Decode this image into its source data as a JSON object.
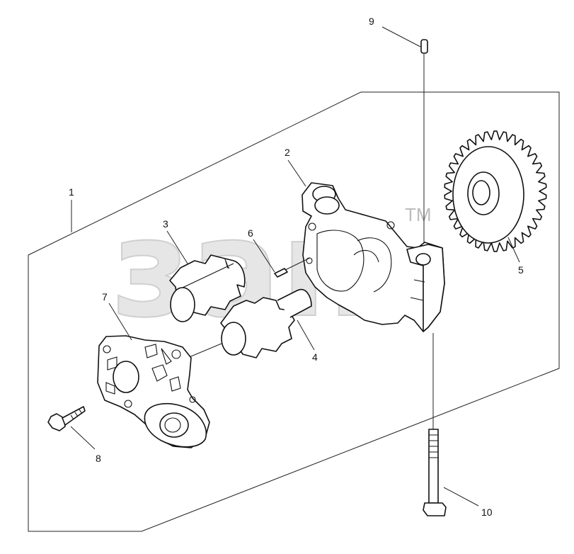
{
  "watermark": {
    "text": "зап",
    "tm": "TM"
  },
  "callouts": [
    {
      "id": "1",
      "label": "1"
    },
    {
      "id": "2",
      "label": "2"
    },
    {
      "id": "3",
      "label": "3"
    },
    {
      "id": "4",
      "label": "4"
    },
    {
      "id": "5",
      "label": "5"
    },
    {
      "id": "6",
      "label": "6"
    },
    {
      "id": "7",
      "label": "7"
    },
    {
      "id": "8",
      "label": "8"
    },
    {
      "id": "9",
      "label": "9"
    },
    {
      "id": "10",
      "label": "10"
    }
  ]
}
